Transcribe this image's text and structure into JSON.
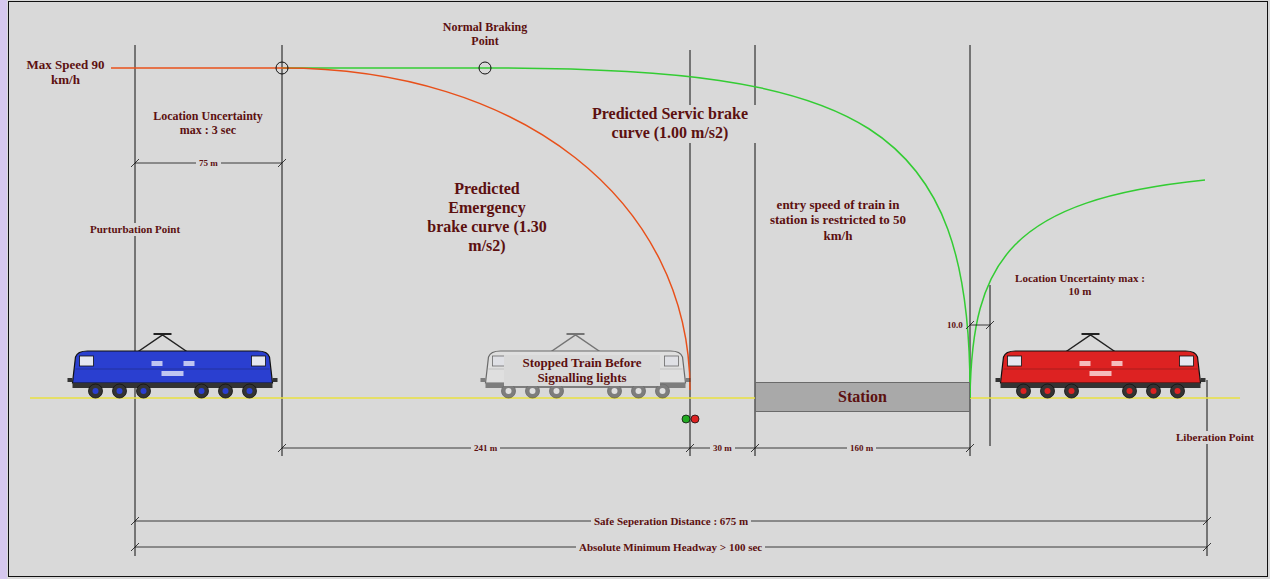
{
  "diagram": {
    "nodes": [
      {
        "text": [
          "Station"
        ]
      }
    ],
    "labels": [
      "Max Speed 90 km/h",
      "Normal Braking Point",
      "Location Uncertainty max : 3 sec",
      "75 m",
      "Purturbation Point",
      "Predicted Servic brake curve (1.00 m/s2)",
      "Predicted Emergency brake curve (1.30 m/s2)",
      "entry speed of train in station is restricted to 50 km/h",
      "Location Uncertainty max : 10 m",
      "10.0",
      "Stopped Train Before Signalling lights",
      "241 m",
      "30 m",
      "160 m",
      "Liberation Point",
      "Safe Seperation Distance : 675 m",
      "Absolute Minimum Headway > 100 sec"
    ]
  }
}
